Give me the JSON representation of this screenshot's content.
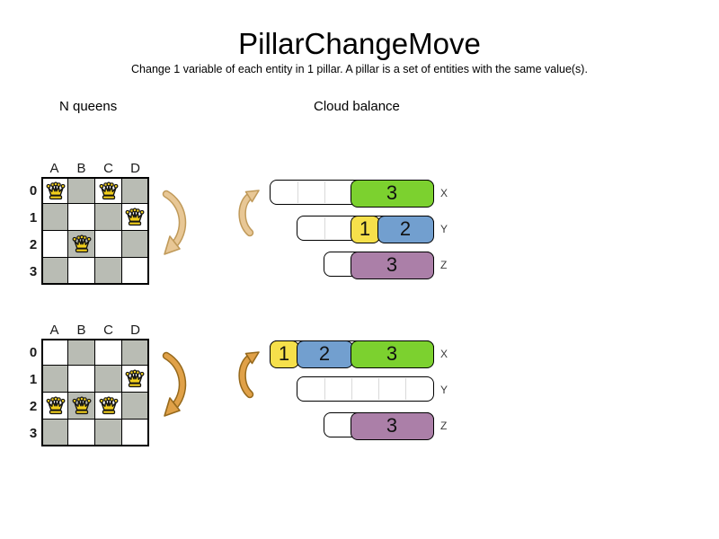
{
  "title": "PillarChangeMove",
  "subtitle": "Change 1 variable of each entity in 1 pillar. A pillar is a set of entities with the same value(s).",
  "sections": {
    "nqueens": "N queens",
    "cloud": "Cloud balance"
  },
  "board": {
    "columns": [
      "A",
      "B",
      "C",
      "D"
    ],
    "rows": [
      "0",
      "1",
      "2",
      "3"
    ]
  },
  "nqueens": {
    "before": {
      "queens": [
        {
          "col": "A",
          "row": 0
        },
        {
          "col": "C",
          "row": 0
        },
        {
          "col": "D",
          "row": 1
        },
        {
          "col": "B",
          "row": 2
        }
      ]
    },
    "after": {
      "queens": [
        {
          "col": "D",
          "row": 1
        },
        {
          "col": "A",
          "row": 2
        },
        {
          "col": "B",
          "row": 2
        },
        {
          "col": "C",
          "row": 2
        }
      ]
    }
  },
  "cloud": {
    "before": [
      {
        "computer": "X",
        "capacity": 6,
        "processes": [
          {
            "label": "3",
            "size": 3,
            "color": "green"
          }
        ]
      },
      {
        "computer": "Y",
        "capacity": 5,
        "processes": [
          {
            "label": "1",
            "size": 1,
            "color": "yellow"
          },
          {
            "label": "2",
            "size": 2,
            "color": "blue"
          }
        ]
      },
      {
        "computer": "Z",
        "capacity": 4,
        "processes": [
          {
            "label": "3",
            "size": 3,
            "color": "purple"
          }
        ]
      }
    ],
    "after": [
      {
        "computer": "X",
        "capacity": 6,
        "processes": [
          {
            "label": "1",
            "size": 1,
            "color": "yellow"
          },
          {
            "label": "2",
            "size": 2,
            "color": "blue"
          },
          {
            "label": "3",
            "size": 3,
            "color": "green"
          }
        ]
      },
      {
        "computer": "Y",
        "capacity": 5,
        "processes": []
      },
      {
        "computer": "Z",
        "capacity": 4,
        "processes": [
          {
            "label": "3",
            "size": 3,
            "color": "purple"
          }
        ]
      }
    ]
  },
  "colors": {
    "green": "#7cd12f",
    "yellow": "#f6e04b",
    "blue": "#729fcf",
    "purple": "#ab7fa8",
    "board_gray": "#b9bcb4",
    "queen_gold": "#f2cf1b",
    "arrow_light": "#e8c795",
    "arrow_light_border": "#c09a5a",
    "arrow_dark": "#e0a148",
    "arrow_dark_border": "#96691c"
  }
}
